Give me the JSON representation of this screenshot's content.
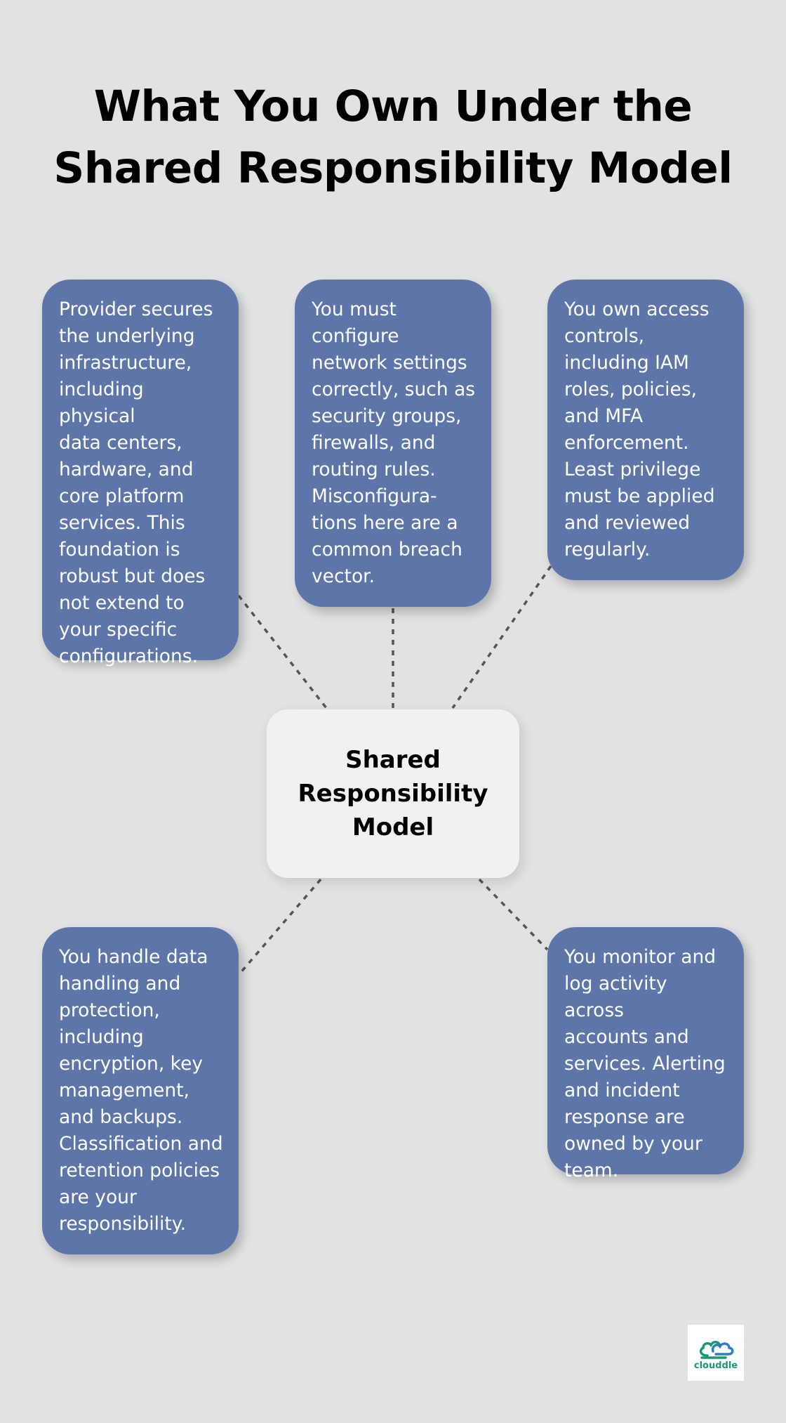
{
  "title": {
    "line1": "What You Own Under the",
    "line2": "Shared Responsibility Model"
  },
  "center": {
    "line1": "Shared",
    "line2": "Responsibility",
    "line3": "Model"
  },
  "boxes": [
    {
      "text": "Provider secures\nthe underlying\ninfrastructure,\nincluding physical\ndata centers,\nhardware, and\ncore platform\nservices. This\nfoundation is\nrobust but does\nnot extend to\nyour specific\nconfigurations."
    },
    {
      "text": "You must\nconfigure\nnetwork settings\ncorrectly, such as\nsecurity groups,\nfirewalls, and\nrouting rules.\nMisconfigura-\ntions here are a\ncommon breach\nvector."
    },
    {
      "text": "You own access\ncontrols,\nincluding IAM\nroles, policies,\nand MFA\nenforcement.\nLeast privilege\nmust be applied\nand reviewed\nregularly."
    },
    {
      "text": "You handle data\nhandling and\nprotection,\nincluding\nencryption, key\nmanagement,\nand backups.\nClassification and\nretention policies\nare your\nresponsibility."
    },
    {
      "text": "You monitor and\nlog activity across\naccounts and\nservices. Alerting\nand incident\nresponse are\nowned by your\nteam."
    }
  ],
  "logo": {
    "icon": "cloud-logo-icon",
    "text": "clouddle"
  },
  "colors": {
    "background": "#e1e3e3",
    "box_fill": "#5d75a8",
    "center_fill": "#f0f1f2",
    "connector": "#555555",
    "logo_green": "#1a9a6a",
    "logo_blue": "#2a7fc0"
  }
}
